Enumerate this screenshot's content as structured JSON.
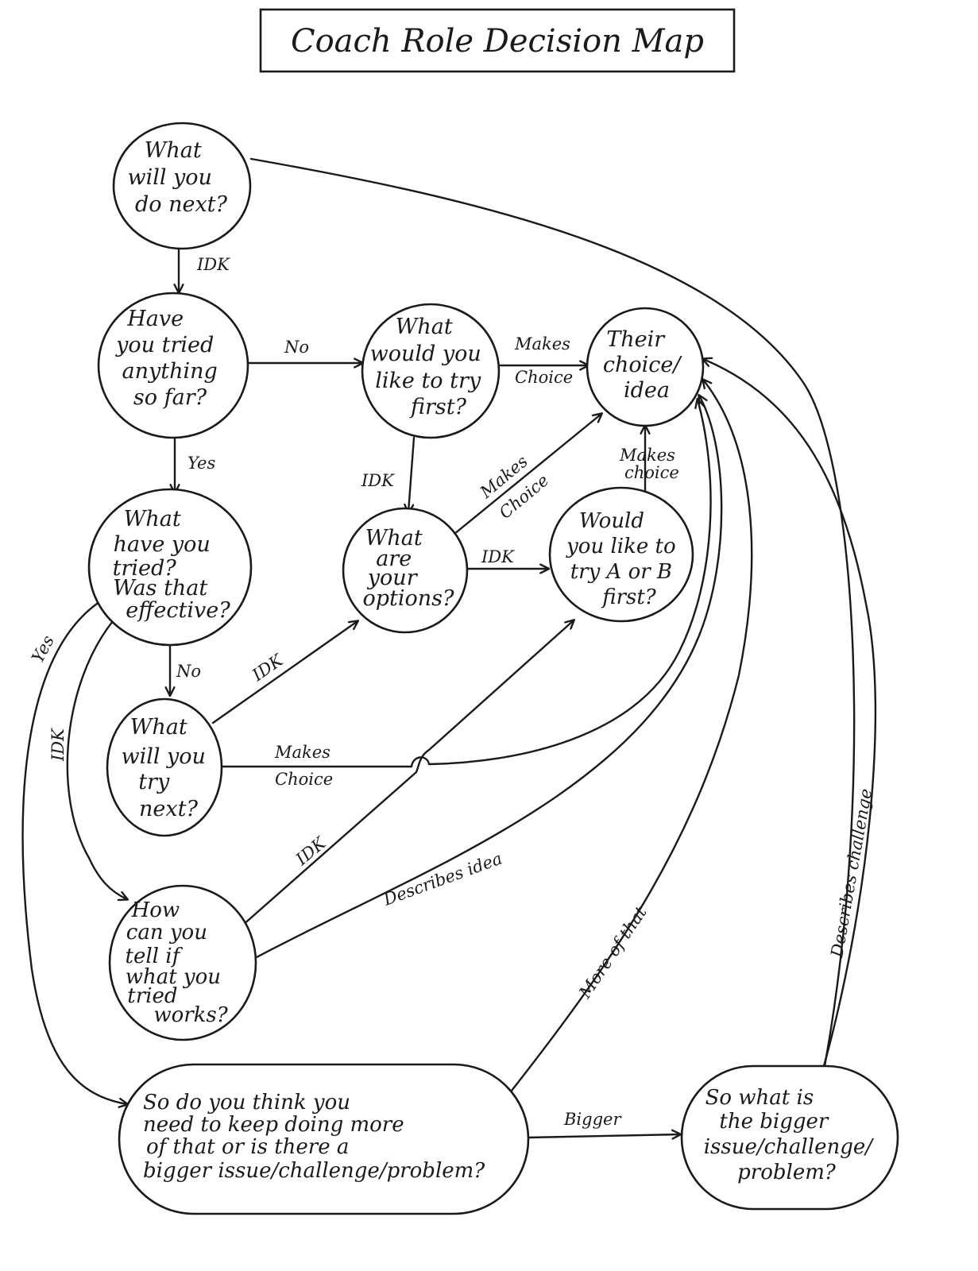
{
  "title": "Coach Role Decision Map",
  "nodes": {
    "will_do_next": [
      "What",
      "will you",
      "do next?"
    ],
    "tried_anything": [
      "Have",
      "you tried",
      "anything",
      "so far?"
    ],
    "like_to_try_first": [
      "What",
      "would you",
      "like to try",
      "first?"
    ],
    "their_choice": [
      "Their",
      "choice/",
      "idea"
    ],
    "what_tried": [
      "What",
      "have you",
      "tried?",
      "Was that",
      "effective?"
    ],
    "options": [
      "What",
      "are",
      "your",
      "options?"
    ],
    "a_or_b": [
      "Would",
      "you like to",
      "try A or B",
      "first?"
    ],
    "try_next": [
      "What",
      "will you",
      "try",
      "next?"
    ],
    "tell_if_works": [
      "How",
      "can you",
      "tell if",
      "what you",
      "tried",
      "works?"
    ],
    "keep_doing": [
      "So do you think you",
      "need to keep doing more",
      "of that or is there a",
      "bigger issue/challenge/problem?"
    ],
    "bigger_issue": [
      "So what is",
      "the bigger",
      "issue/challenge/",
      "problem?"
    ]
  },
  "edges": {
    "next_to_tried": "IDK",
    "tried_no": "No",
    "like_makes_choice": [
      "Makes",
      "Choice"
    ],
    "tried_yes": "Yes",
    "like_idk": "IDK",
    "options_makes_choice": [
      "Makes",
      "Choice"
    ],
    "ab_makes_choice": [
      "Makes",
      "choice"
    ],
    "options_idk": "IDK",
    "effective_yes": "Yes",
    "effective_idk": "IDK",
    "effective_no": "No",
    "trynext_idk": "IDK",
    "trynext_makes_choice": [
      "Makes",
      "Choice"
    ],
    "tellif_idk": "IDK",
    "describes_idea": "Describes idea",
    "more_of_that": "More of that",
    "bigger": "Bigger",
    "describes_challenge": "Describes challenge"
  }
}
